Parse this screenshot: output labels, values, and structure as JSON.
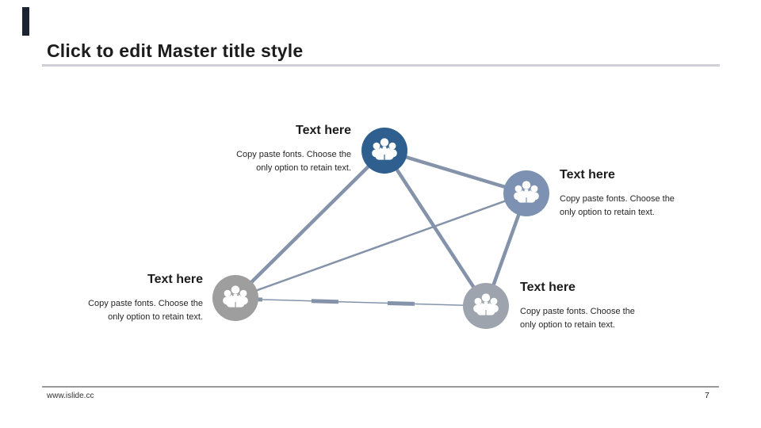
{
  "slide": {
    "title": "Click to edit Master title style",
    "footer": {
      "website": "www.islide.cc",
      "page_number": "7"
    }
  },
  "diagram": {
    "nodes": [
      {
        "id": "top",
        "label": "Text here",
        "desc_line1": "Copy paste fonts. Choose the",
        "desc_line2": "only option to retain text.",
        "color": "#2E5F8F",
        "icon": "people-group-icon"
      },
      {
        "id": "right",
        "label": "Text here",
        "desc_line1": "Copy paste fonts. Choose the",
        "desc_line2": "only option to retain text.",
        "color": "#7D92B2",
        "icon": "people-group-icon"
      },
      {
        "id": "left",
        "label": "Text here",
        "desc_line1": "Copy paste fonts. Choose the",
        "desc_line2": "only option to retain text.",
        "color": "#9E9E9E",
        "icon": "people-group-icon"
      },
      {
        "id": "bottom",
        "label": "Text here",
        "desc_line1": "Copy paste fonts. Choose the",
        "desc_line2": "only option to retain text.",
        "color": "#9DA4AD",
        "icon": "people-group-icon"
      }
    ],
    "edges": [
      {
        "from": "top",
        "to": "left",
        "style": "solid-thick"
      },
      {
        "from": "top",
        "to": "right",
        "style": "solid-thick"
      },
      {
        "from": "top",
        "to": "bottom",
        "style": "solid-thick"
      },
      {
        "from": "right",
        "to": "left",
        "style": "solid-thin"
      },
      {
        "from": "right",
        "to": "bottom",
        "style": "solid-thick"
      },
      {
        "from": "left",
        "to": "bottom",
        "style": "thick-dashed-over-thin"
      }
    ],
    "connector_color": "#8493AA"
  },
  "colors": {
    "accent_bar": "#1B2430",
    "title_text": "#1C1C1C",
    "title_rule": "#CDD0D4",
    "footer_rule": "#9A9A9A",
    "node_top": "#2E5F8F",
    "node_right": "#7D92B2",
    "node_left": "#9E9E9E",
    "node_bottom": "#9DA4AD"
  }
}
